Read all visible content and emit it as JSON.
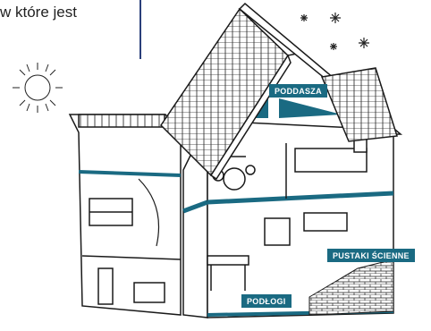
{
  "caption": "w które jest",
  "labels": {
    "attic": "PODDASZA",
    "walls": "PUSTAKI ŚCIENNE",
    "floors": "PODŁOGI"
  },
  "icons": [
    "sun-icon",
    "snowflake-icon"
  ],
  "colors": {
    "accent": "#1a6a82",
    "line": "#1a1a1a"
  }
}
